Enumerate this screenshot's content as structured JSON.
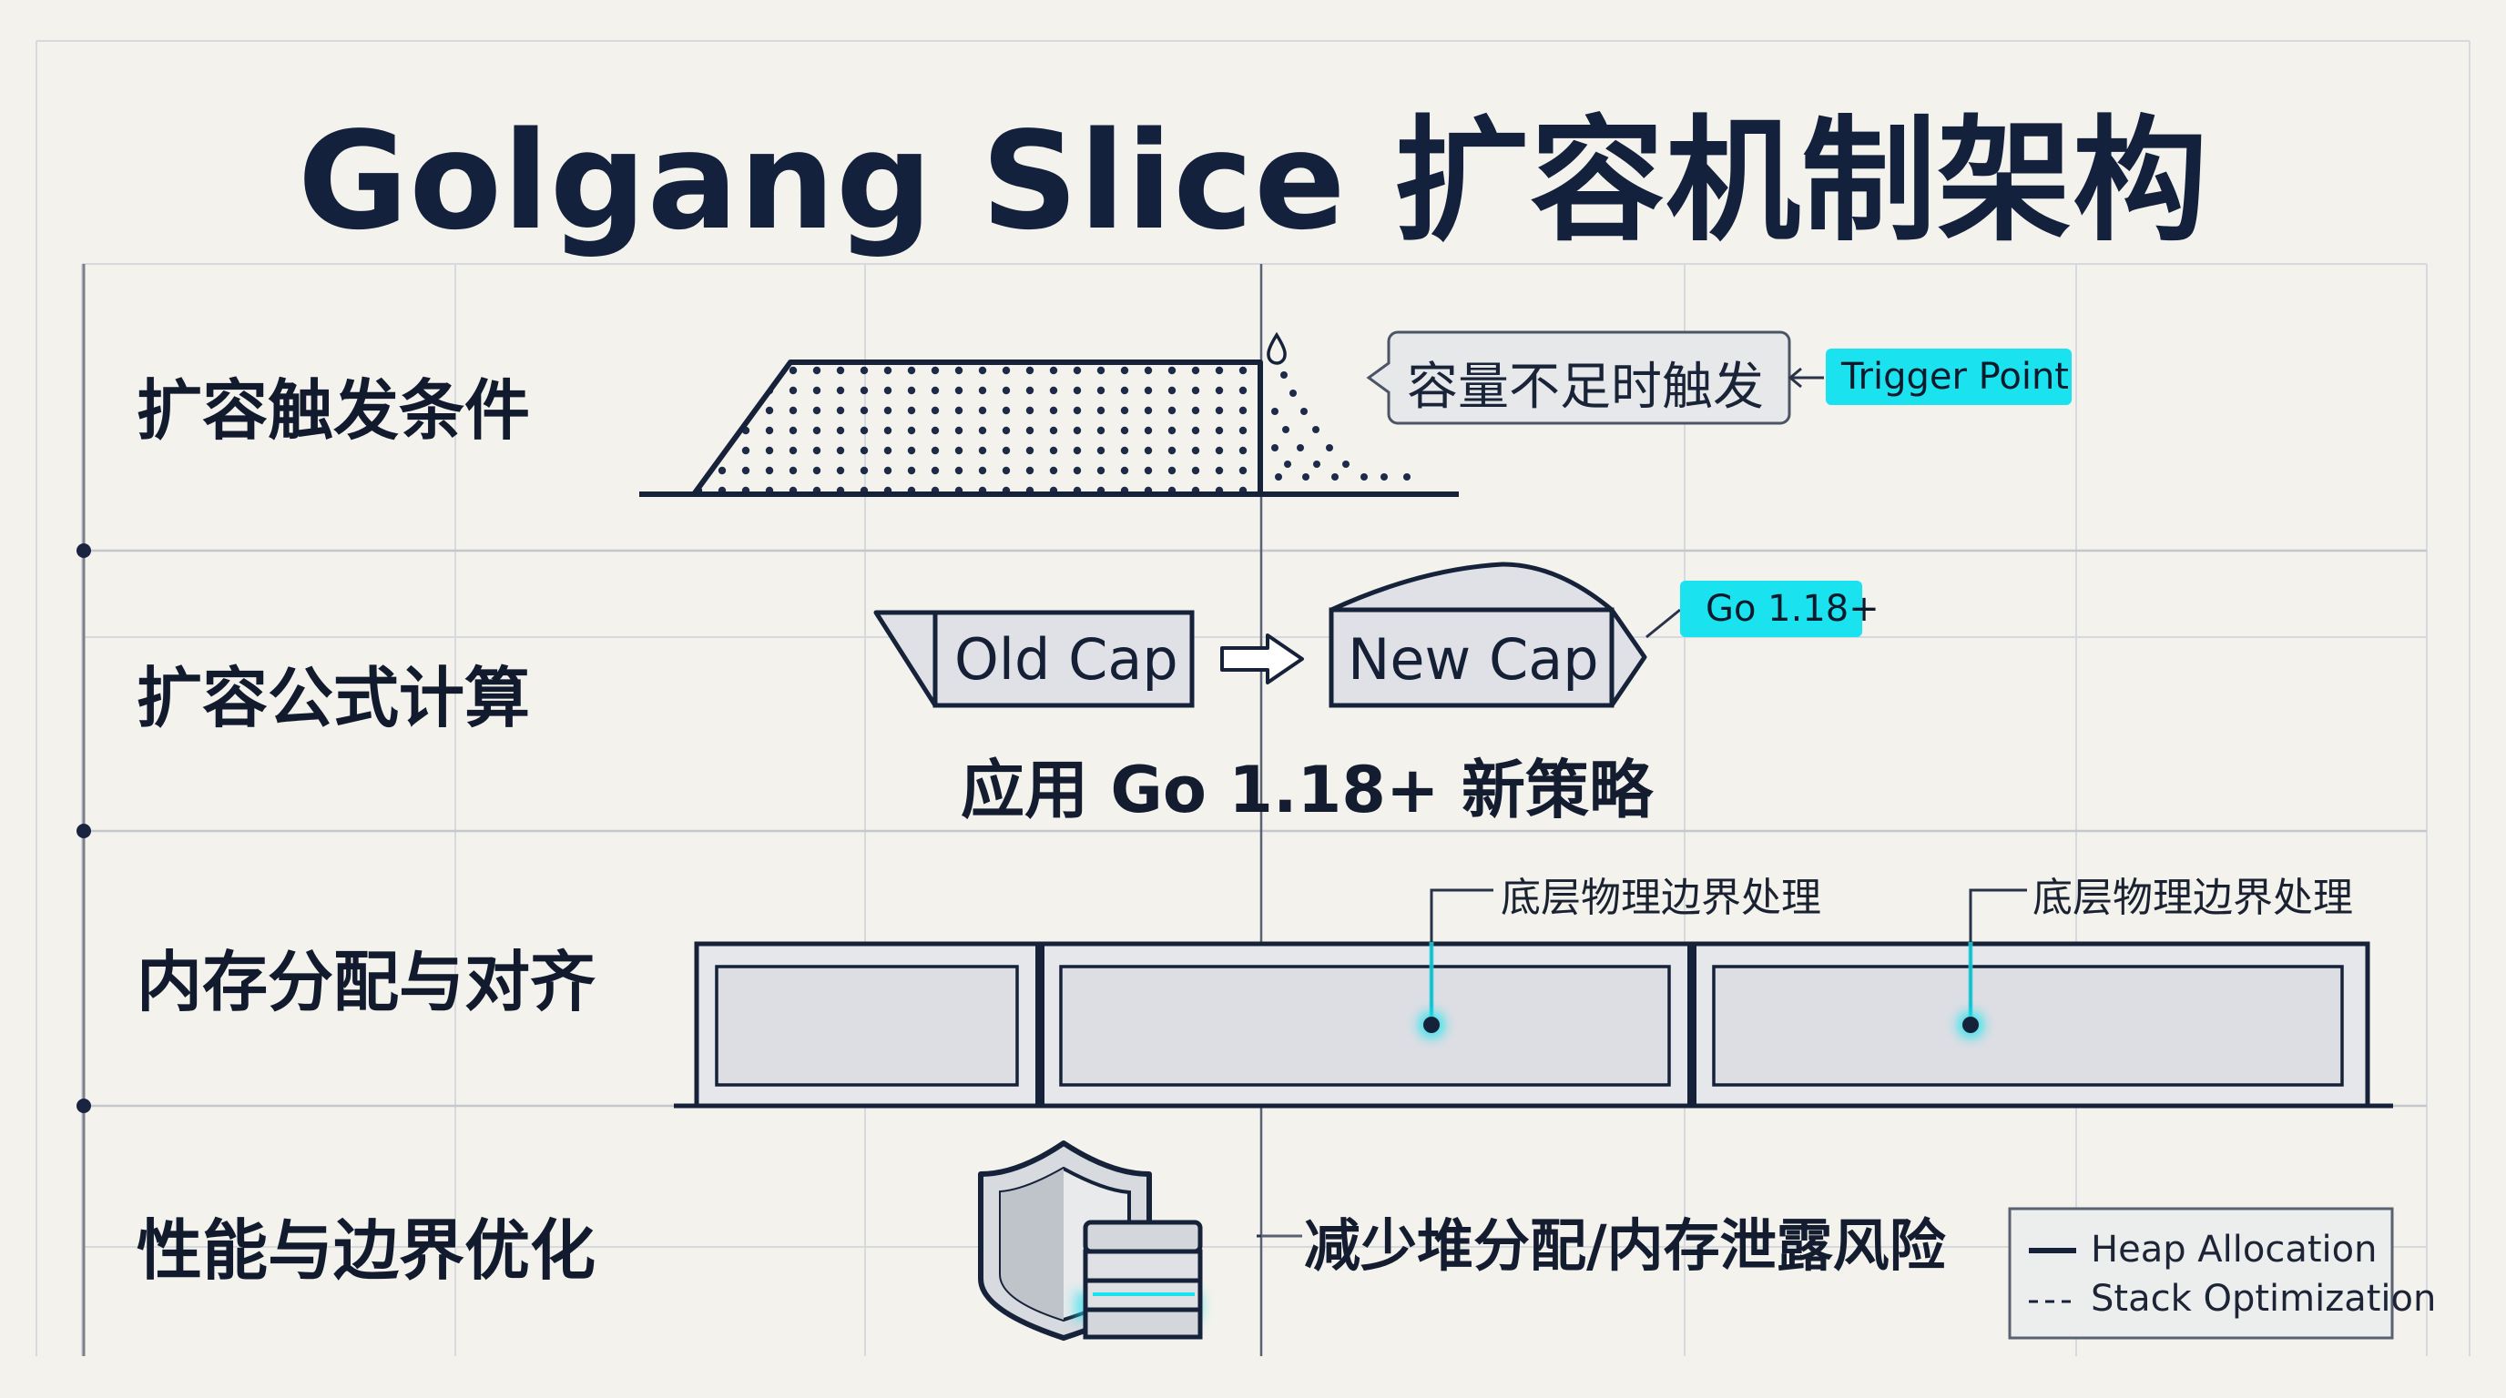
{
  "title": "Golgang Slice 扩容机制架构",
  "rows": [
    {
      "label": "扩容触发条件"
    },
    {
      "label": "扩容公式计算"
    },
    {
      "label": "内存分配与对齐"
    },
    {
      "label": "性能与边界优化"
    }
  ],
  "trigger": {
    "callout": "容量不足时触发",
    "tag": "Trigger Point"
  },
  "formula": {
    "old_cap": "Old Cap",
    "new_cap": "New Cap",
    "tag": "Go 1.18+",
    "strategy": "应用 Go 1.18+ 新策略"
  },
  "memory": {
    "annotations": [
      "底层物理边界处理",
      "底层物理边界处理"
    ]
  },
  "optimization": {
    "text": "减少堆分配/内存泄露风险",
    "legend": [
      {
        "label": "Heap Allocation",
        "style": "solid"
      },
      {
        "label": "Stack Optimization",
        "style": "dashed"
      }
    ]
  },
  "colors": {
    "navy": "#16223a",
    "accent": "#1ae3ef",
    "box_fill": "#dfe1e6",
    "background": "#f3f2ec"
  }
}
